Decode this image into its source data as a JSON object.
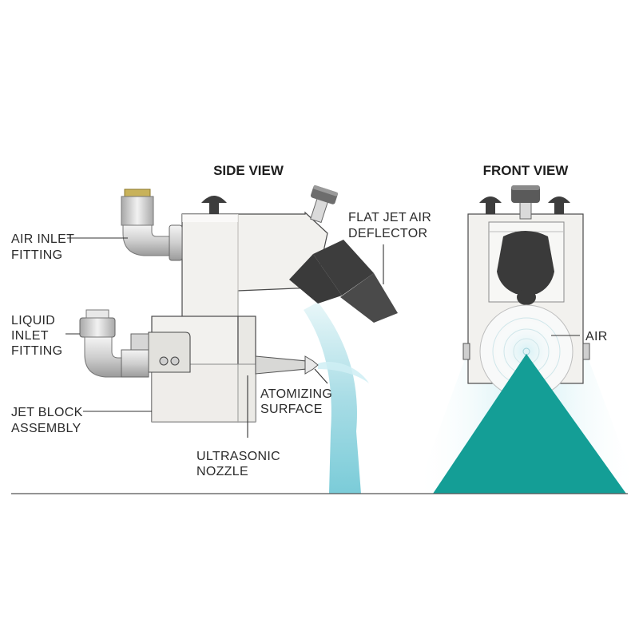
{
  "titles": {
    "side_view": "SIDE VIEW",
    "front_view": "FRONT VIEW"
  },
  "labels": {
    "air_inlet_fitting": [
      "AIR INLET",
      "FITTING"
    ],
    "liquid_inlet_fitting": [
      "LIQUID",
      "INLET",
      "FITTING"
    ],
    "jet_block_assembly": [
      "JET BLOCK",
      "ASSEMBLY"
    ],
    "ultrasonic_nozzle": [
      "ULTRASONIC",
      "NOZZLE"
    ],
    "atomizing_surface": [
      "ATOMIZING",
      "SURFACE"
    ],
    "flat_jet_air_deflector": [
      "FLAT JET AIR",
      "DEFLECTOR"
    ],
    "air": "AIR"
  },
  "colors": {
    "body": "#f2f1ee",
    "body_shade": "#d9d8d4",
    "dark_part": "#3d3d3d",
    "fitting_metal": "#c9c9c9",
    "fitting_cap": "#c8b25a",
    "mist_light": "#bfe7ee",
    "spray_cone": "#149e96",
    "baseline": "#555555"
  }
}
